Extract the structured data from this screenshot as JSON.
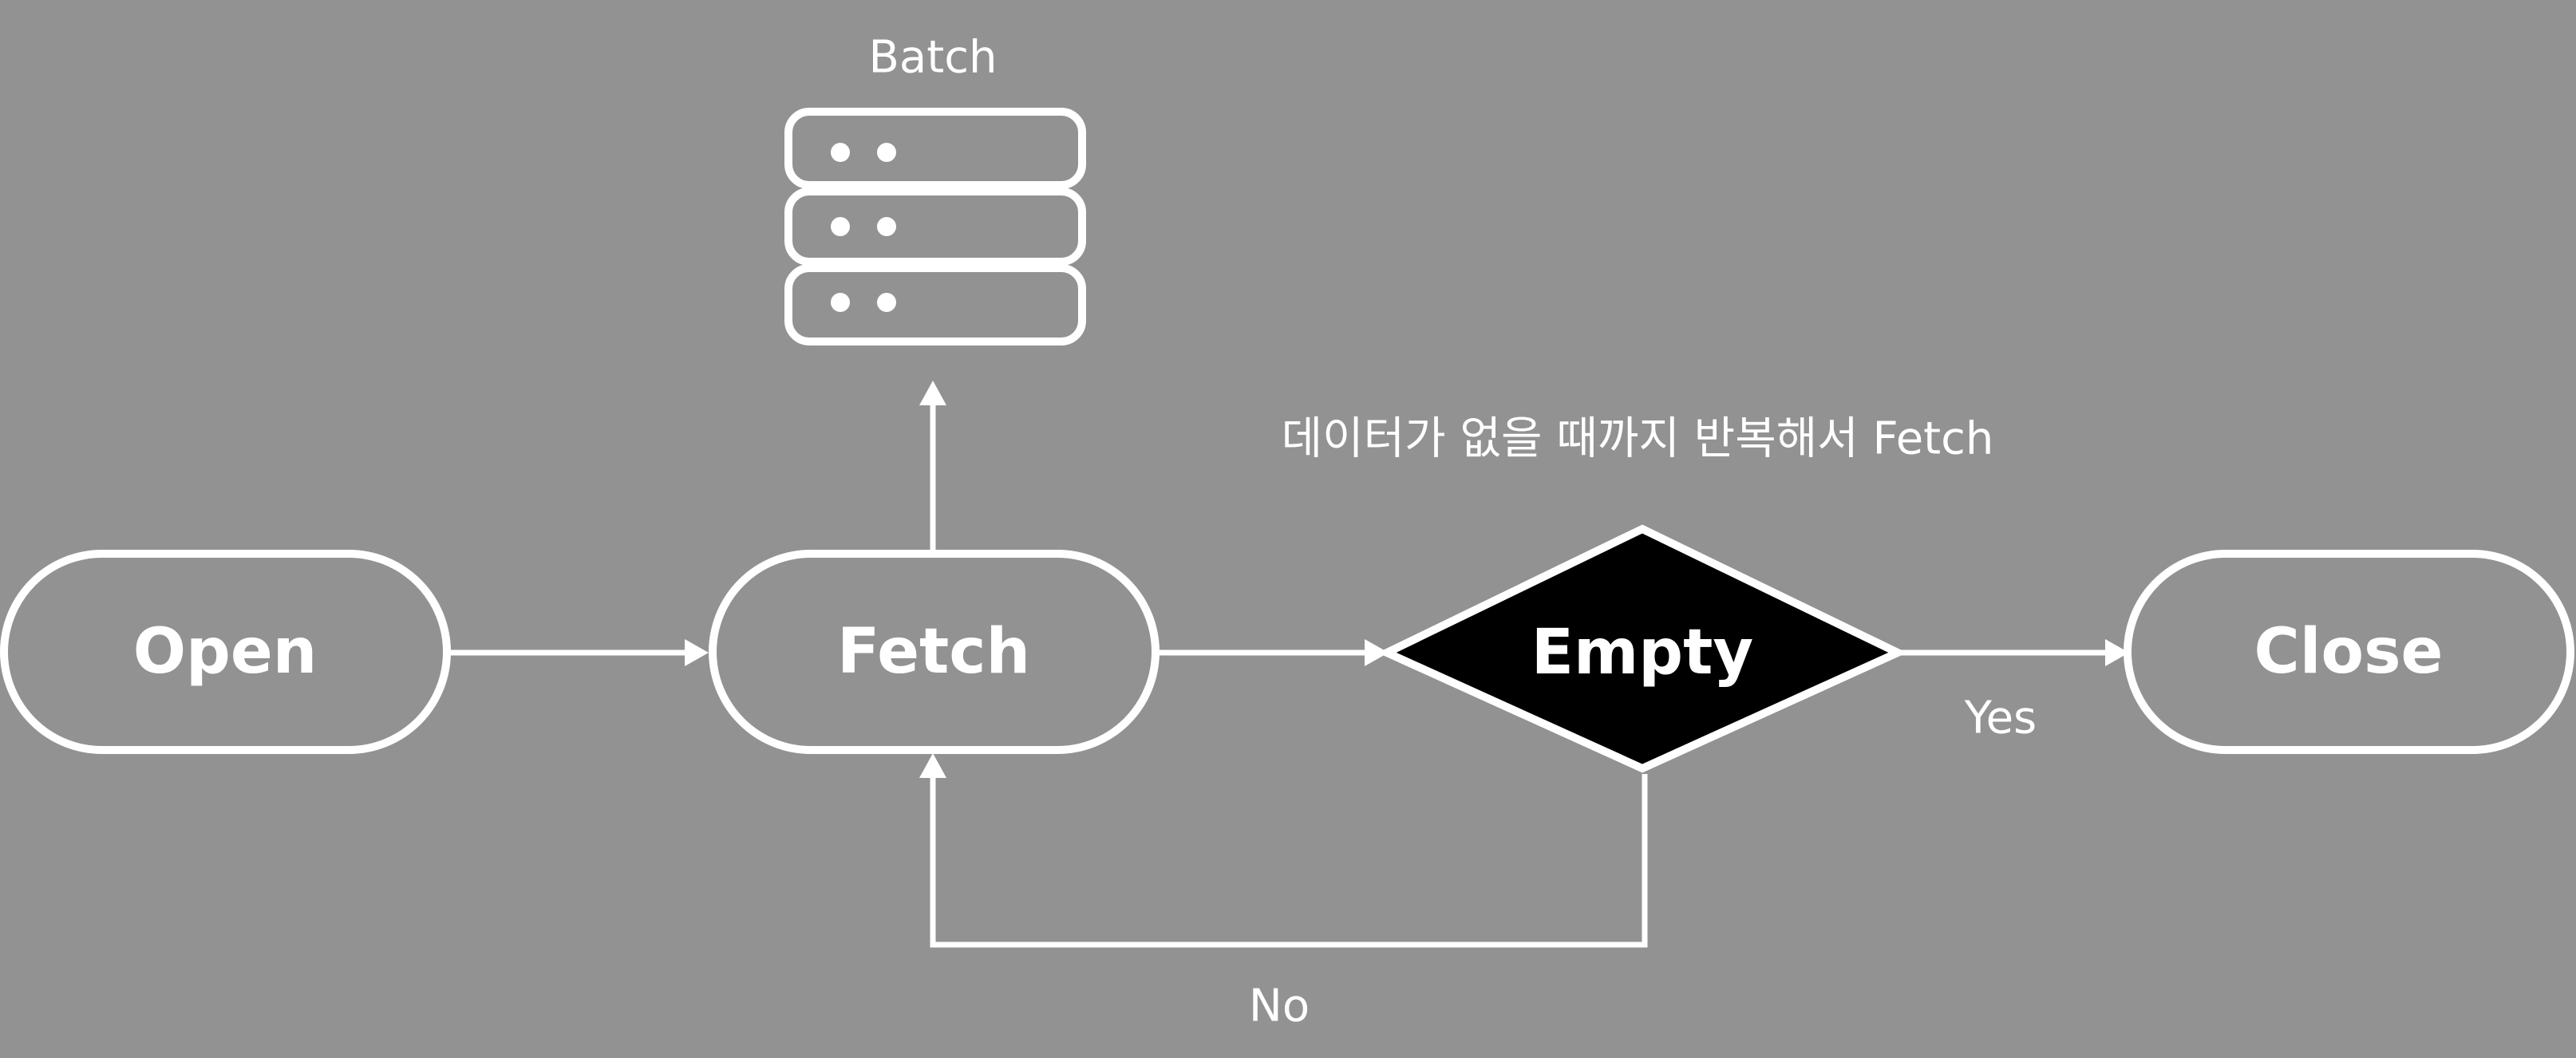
{
  "colors": {
    "background": "#929292",
    "stroke": "#ffffff",
    "decision_fill": "#000000"
  },
  "nodes": {
    "open": "Open",
    "fetch": "Fetch",
    "empty": "Empty",
    "close": "Close",
    "batch": "Batch"
  },
  "edge_labels": {
    "loop_note": "데이터가 없을 때까지 반복해서 Fetch",
    "yes": "Yes",
    "no": "No"
  },
  "icons": {
    "batch": "server-stack-icon"
  }
}
